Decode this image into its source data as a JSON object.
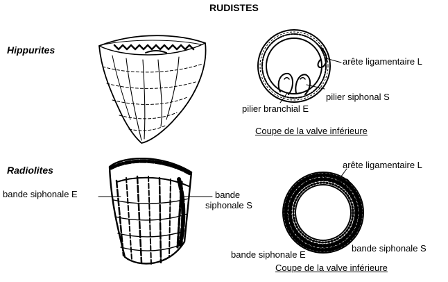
{
  "title": "RUDISTES",
  "hippurites": {
    "name": "Hippurites",
    "section_caption": "Coupe de la valve inférieure",
    "labels": {
      "ligament_ridge": "arête ligamentaire L",
      "siphonal_pillar": "pilier siphonal S",
      "branchial_pillar": "pilier branchial E"
    }
  },
  "radiolites": {
    "name": "Radiolites",
    "section_caption": "Coupe de la valve inférieure",
    "labels": {
      "siphonal_band_e": "bande siphonale E",
      "siphonal_band_s_line1": "bande",
      "siphonal_band_s_line2": "siphonale S",
      "ligament_ridge": "arête ligamentaire L",
      "section_band_e": "bande siphonale E",
      "section_band_s": "bande siphonale S"
    }
  },
  "colors": {
    "ink": "#000000",
    "paper": "#ffffff"
  }
}
